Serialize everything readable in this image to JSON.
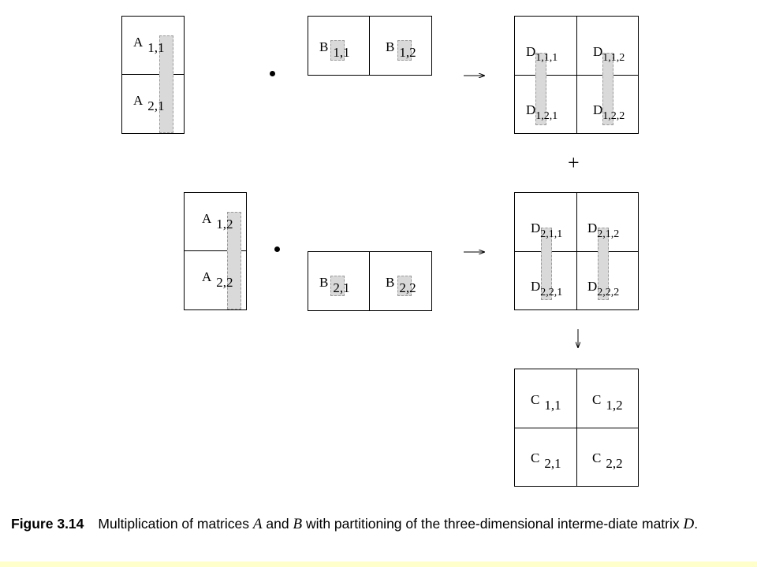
{
  "labels": {
    "a11_base": "A",
    "a11_sub": "1,1",
    "a21_base": "A",
    "a21_sub": "2,1",
    "a12_base": "A",
    "a12_sub": "1,2",
    "a22_base": "A",
    "a22_sub": "2,2",
    "b11_base": "B",
    "b11_sub": "1,1",
    "b12_base": "B",
    "b12_sub": "1,2",
    "b21_base": "B",
    "b21_sub": "2,1",
    "b22_base": "B",
    "b22_sub": "2,2",
    "d111_base": "D",
    "d111_sub": "1,1,1",
    "d112_base": "D",
    "d112_sub": "1,1,2",
    "d121_base": "D",
    "d121_sub": "1,2,1",
    "d122_base": "D",
    "d122_sub": "1,2,2",
    "d211_base": "D",
    "d211_sub": "2,1,1",
    "d212_base": "D",
    "d212_sub": "2,1,2",
    "d221_base": "D",
    "d221_sub": "2,2,1",
    "d222_base": "D",
    "d222_sub": "2,2,2",
    "c11_base": "C",
    "c11_sub": "1,1",
    "c12_base": "C",
    "c12_sub": "1,2",
    "c21_base": "C",
    "c21_sub": "2,1",
    "c22_base": "C",
    "c22_sub": "2,2"
  },
  "operators": {
    "plus": "+"
  },
  "caption": {
    "figure_label": "Figure 3.14",
    "text_1": "Multiplication of matrices",
    "var_a": "A",
    "text_2": "and",
    "var_b": "B",
    "text_3": "with partitioning of the three-dimensional interme-diate matrix",
    "var_d": "D",
    "text_4": "."
  },
  "colors": {
    "highlight": "#d9d9d9",
    "bottom_band": "#ffffcc"
  }
}
